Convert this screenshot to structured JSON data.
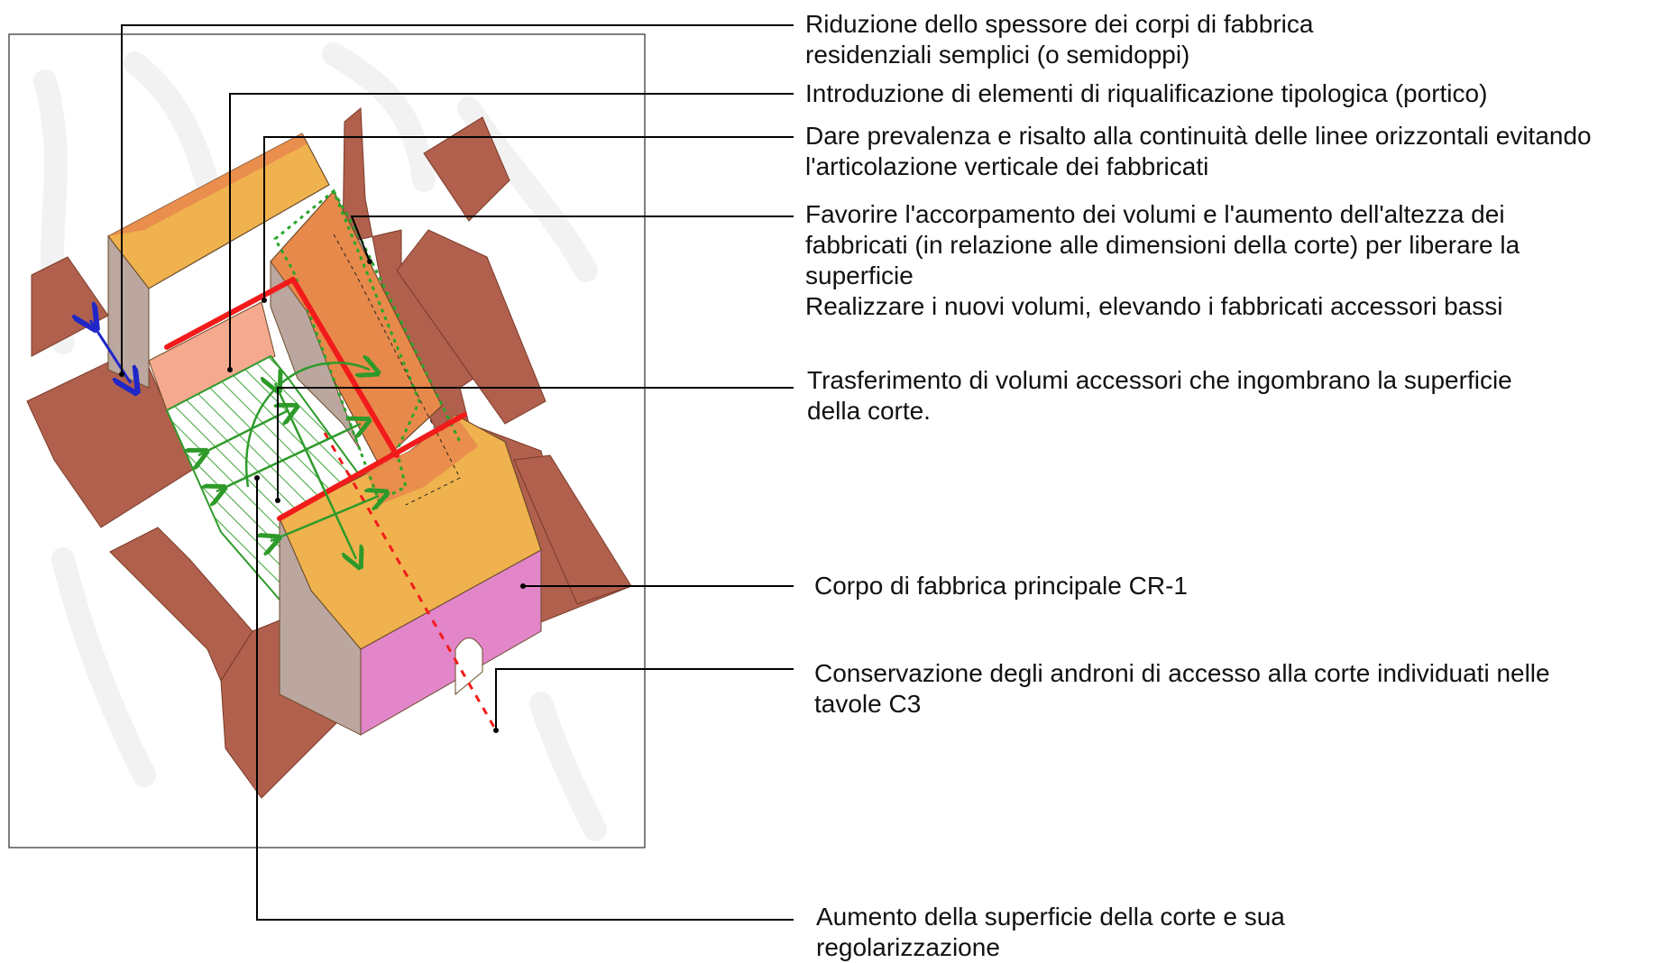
{
  "annotations": [
    {
      "id": "riduzione",
      "lines": [
        "Riduzione dello spessore dei corpi di fabbrica",
        "residenziali semplici (o semidoppi)"
      ]
    },
    {
      "id": "portico",
      "lines": [
        "Introduzione di elementi di riqualificazione tipologica (portico)"
      ]
    },
    {
      "id": "prevalenza",
      "lines": [
        "Dare prevalenza e risalto alla continuità delle linee orizzontali evitando",
        "l'articolazione verticale dei fabbricati"
      ]
    },
    {
      "id": "accorpamento",
      "lines": [
        "Favorire l'accorpamento dei volumi e l'aumento dell'altezza dei",
        "fabbricati (in relazione alle dimensioni della corte) per liberare la",
        "superficie",
        "Realizzare i nuovi volumi, elevando i fabbricati accessori bassi"
      ]
    },
    {
      "id": "trasferimento",
      "lines": [
        "Trasferimento di volumi accessori che ingombrano la superficie",
        "della corte."
      ]
    },
    {
      "id": "corpo",
      "lines": [
        "Corpo di fabbrica principale CR-1"
      ]
    },
    {
      "id": "androni",
      "lines": [
        "Conservazione degli androni di accesso alla corte individuati nelle",
        "tavole C3"
      ]
    },
    {
      "id": "aumento",
      "lines": [
        "Aumento della superficie della corte e sua",
        "regolarizzazione"
      ]
    }
  ],
  "colors": {
    "neighbor_buildings": "#b0604c",
    "roof_orange": "#f0b24e",
    "roof_dark_orange": "#e8894c",
    "wall_grey": "#bba79f",
    "wall_pink": "#e285c9",
    "courtyard_hatch": "#2e9a2a",
    "red_accent": "#f21b1b",
    "blue_arrow": "#1f27c8",
    "leader_line": "#000000"
  }
}
